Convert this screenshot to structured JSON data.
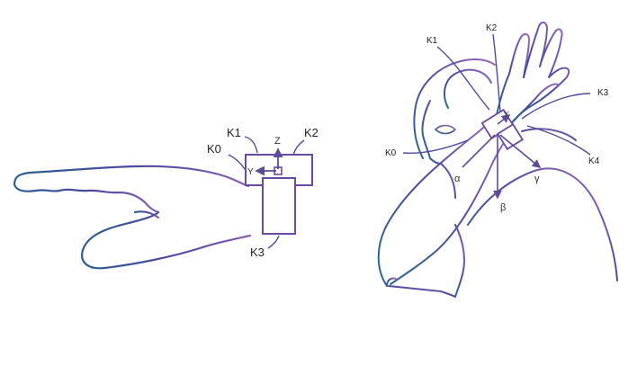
{
  "colors": {
    "gradient_start": "#2a5f8f",
    "gradient_mid": "#4f4a9e",
    "gradient_end": "#8a5fb0",
    "label_text": "#222222",
    "arrow": "#5e4a95"
  },
  "left_figure": {
    "labels": {
      "k0": "K0",
      "k1": "K1",
      "k2": "K2",
      "k3": "K3"
    },
    "axes": {
      "z": "Z",
      "y": "Y"
    }
  },
  "right_figure": {
    "labels": {
      "k0": "K0",
      "k1": "K1",
      "k2": "K2",
      "k3": "K3",
      "k4": "K4"
    },
    "axes": {
      "alpha": "α",
      "beta": "β",
      "gamma": "γ",
      "y": "Y"
    }
  }
}
